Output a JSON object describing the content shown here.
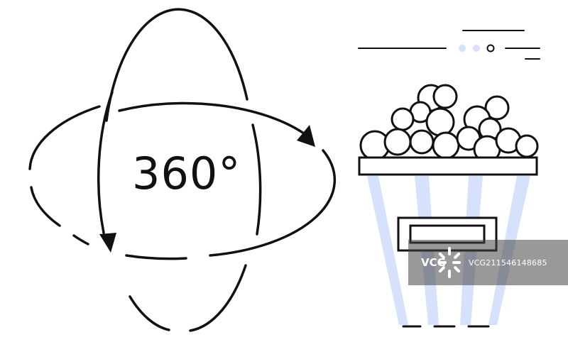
{
  "illustration": {
    "rotation_label": "360°",
    "colors": {
      "stroke": "#111111",
      "stripe": "#d6e2fb",
      "dot": "#d6e2fb"
    },
    "icons": [
      "rotation-orbit-icon",
      "popcorn-bucket-icon",
      "decorative-lines-icon"
    ]
  },
  "watermark": {
    "logo_text": "VCG",
    "image_id": "VCG211546148685"
  }
}
